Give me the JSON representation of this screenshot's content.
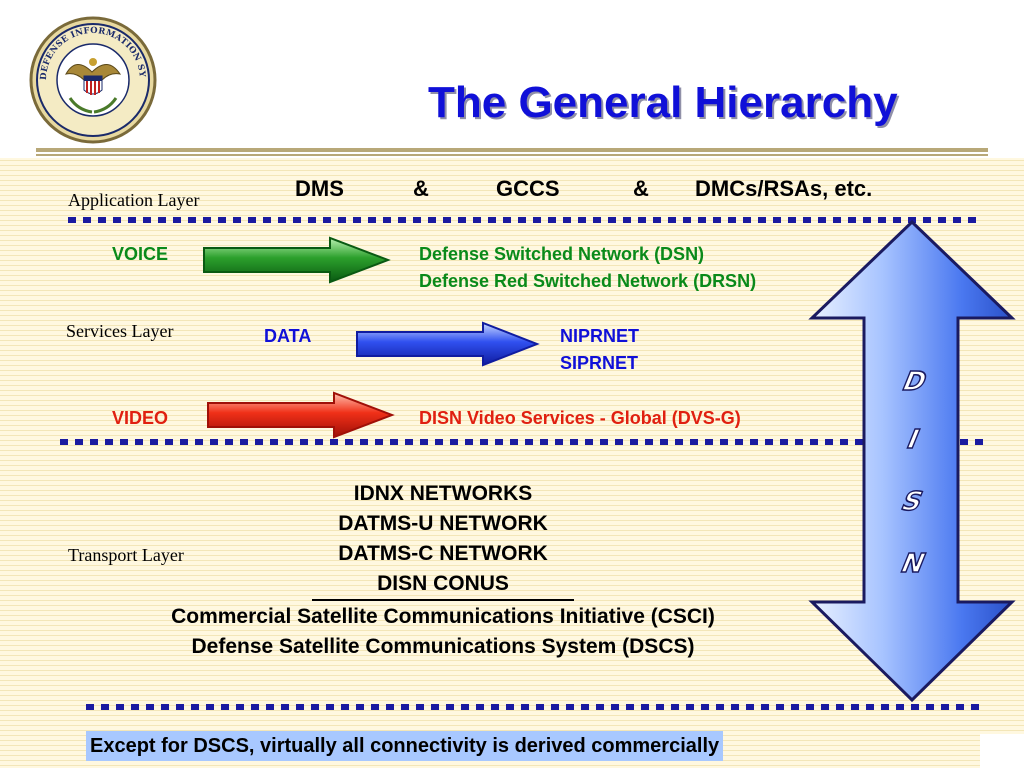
{
  "header": {
    "title": "The General Hierarchy",
    "seal_text": "DEFENSE INFORMATION SYSTEMS AGENCY"
  },
  "application_layer": {
    "label": "Application  Layer",
    "items": [
      "DMS",
      "&",
      "GCCS",
      "&",
      "DMCs/RSAs, etc."
    ]
  },
  "services_layer": {
    "label": "Services Layer",
    "voice": {
      "label": "VOICE",
      "targets": [
        "Defense Switched Network (DSN)",
        "Defense Red Switched Network (DRSN)"
      ]
    },
    "data": {
      "label": "DATA",
      "targets": [
        "NIPRNET",
        "SIPRNET"
      ]
    },
    "video": {
      "label": "VIDEO",
      "targets": [
        "DISN Video Services - Global (DVS-G)"
      ]
    }
  },
  "transport_layer": {
    "label": "Transport Layer",
    "networks": [
      "IDNX NETWORKS",
      "DATMS-U NETWORK",
      "DATMS-C NETWORK",
      "DISN CONUS"
    ],
    "satellite": [
      "Commercial Satellite Communications Initiative (CSCI)",
      "Defense Satellite Communications System (DSCS)"
    ]
  },
  "disn_arrow": {
    "letters": [
      "D",
      "I",
      "S",
      "N"
    ]
  },
  "footer": {
    "note": "Except for DSCS, virtually all connectivity is derived commercially"
  },
  "colors": {
    "voice": "#0a8a1a",
    "data": "#1010d8",
    "video": "#e02010",
    "title": "#1010d8",
    "dots": "#1a1aa0",
    "footer_bg": "#a8c8ff"
  }
}
